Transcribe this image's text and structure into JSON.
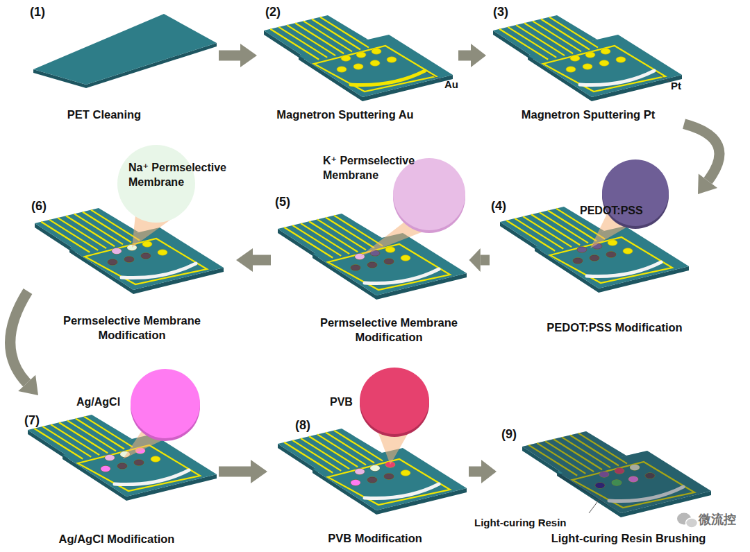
{
  "diagram": {
    "nodes": [
      {
        "text": [
          "(1)",
          "PET Cleaning"
        ]
      },
      {
        "text": [
          "(2)",
          "Magnetron Sputtering Au"
        ]
      },
      {
        "text": [
          "(3)",
          "Magnetron Sputtering Pt"
        ]
      },
      {
        "text": [
          "(4)",
          "PEDOT:PSS Modification"
        ]
      },
      {
        "text": [
          "(5)",
          "Permselective Membrane Modification"
        ]
      },
      {
        "text": [
          "(6)",
          "Permselective Membrane Modification"
        ]
      },
      {
        "text": [
          "(7)",
          "Ag/AgCl Modification"
        ]
      },
      {
        "text": [
          "(8)",
          "PVB Modification"
        ]
      },
      {
        "text": [
          "(9)",
          "Light-curing Resin Brushing"
        ]
      }
    ],
    "edges": [
      {
        "from": 0,
        "to": 1,
        "arrow": "to"
      },
      {
        "from": 1,
        "to": 2,
        "arrow": "to"
      },
      {
        "from": 2,
        "to": 3,
        "arrow": "to"
      },
      {
        "from": 3,
        "to": 4,
        "arrow": "to"
      },
      {
        "from": 4,
        "to": 5,
        "arrow": "to"
      },
      {
        "from": 5,
        "to": 6,
        "arrow": "to"
      },
      {
        "from": 6,
        "to": 7,
        "arrow": "to"
      },
      {
        "from": 7,
        "to": 8,
        "arrow": "to"
      }
    ],
    "labels": [
      "Au",
      "Pt",
      "PEDOT:PSS",
      "K⁺ Permselective Membrane",
      "Na⁺ Permselective Membrane",
      "Ag/AgCl",
      "PVB",
      "Light-curing Resin",
      "微流控"
    ]
  }
}
